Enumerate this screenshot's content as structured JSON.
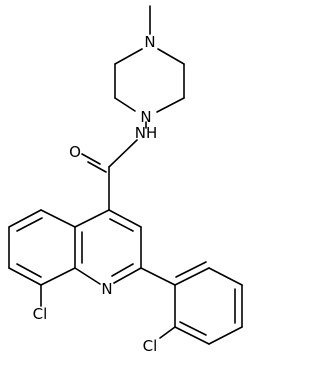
{
  "structure": {
    "labels": {
      "piperazine_n_top": "N",
      "piperazine_n_bottom": "N",
      "amide_nh": "NH",
      "carbonyl_o": "O",
      "quinoline_n": "N",
      "cl_ring": "Cl",
      "cl_phenyl": "Cl"
    }
  }
}
